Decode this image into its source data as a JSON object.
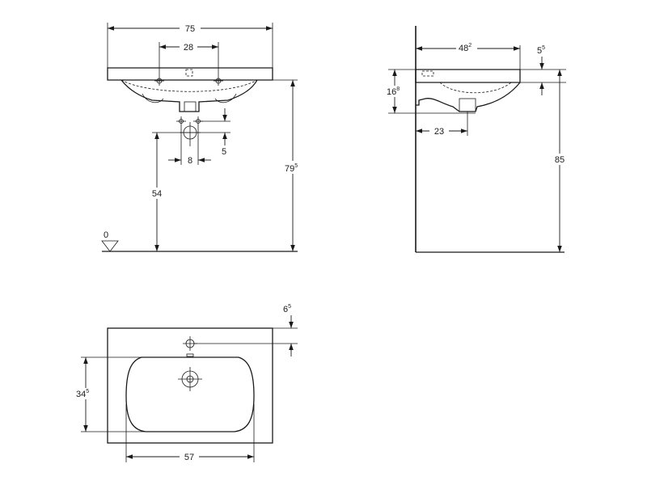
{
  "front_view": {
    "width_value": "75",
    "tap_spacing_value": "28",
    "floor_label": "0",
    "drain_offset_value": "8",
    "drain_vertical_value": "5",
    "drain_height_value": "54",
    "rim_height_main": "79",
    "rim_height_sup": "5"
  },
  "side_view": {
    "depth_main": "48",
    "depth_sup": "2",
    "top_thickness_main": "5",
    "top_thickness_sup": "5",
    "bowl_height_main": "16",
    "bowl_height_sup": "8",
    "drain_distance_value": "23",
    "wall_height_value": "85"
  },
  "top_view": {
    "back_margin_main": "6",
    "back_margin_sup": "5",
    "bowl_depth_main": "34",
    "bowl_depth_sup": "5",
    "bowl_width_value": "57"
  }
}
